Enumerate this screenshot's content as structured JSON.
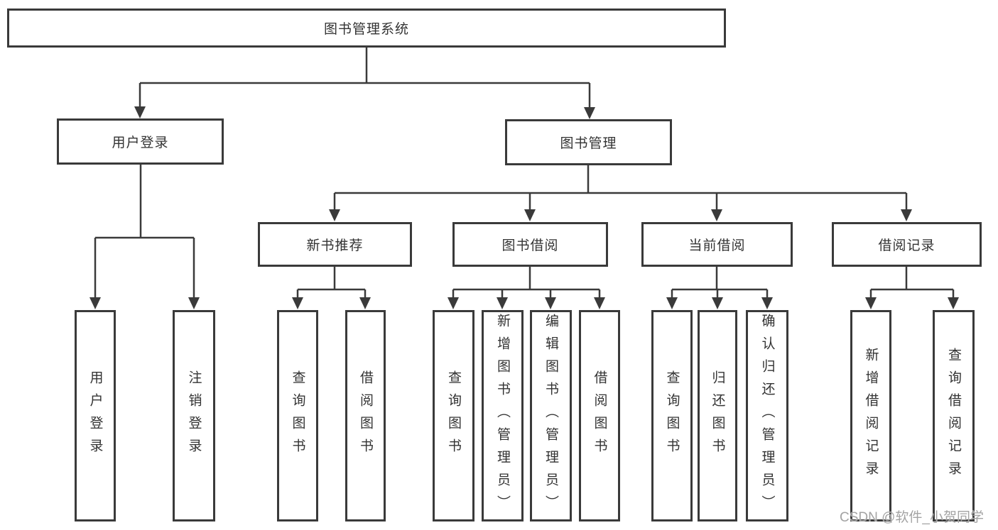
{
  "diagram_title": "图书管理系统",
  "watermark": "CSDN @软件_小贺同学",
  "colors": {
    "line": "#3a3a3a",
    "text": "#333333",
    "background": "#ffffff",
    "watermark": "#a3a3a3"
  },
  "nodes": {
    "root": "图书管理系统",
    "user_login": "用户登录",
    "book_mgmt": "图书管理",
    "new_book_rec": "新书推荐",
    "book_borrow": "图书借阅",
    "current_borrow": "当前借阅",
    "borrow_record": "借阅记录",
    "v_user_login": "用户登录",
    "v_logout": "注销登录",
    "v_query_book_1": "查询图书",
    "v_borrow_book_1": "借阅图书",
    "v_query_book_2": "查询图书",
    "v_add_book": "新增图书（管理员）",
    "v_edit_book": "编辑图书（管理员）",
    "v_borrow_book_2": "借阅图书",
    "v_query_book_3": "查询图书",
    "v_return_book": "归还图书",
    "v_confirm_return": "确认归还（管理员）",
    "v_add_record": "新增借阅记录",
    "v_query_record": "查询借阅记录"
  },
  "hierarchy": [
    {
      "parent": "图书管理系统",
      "children": [
        "用户登录",
        "图书管理"
      ]
    },
    {
      "parent": "用户登录",
      "children": [
        "用户登录",
        "注销登录"
      ]
    },
    {
      "parent": "图书管理",
      "children": [
        "新书推荐",
        "图书借阅",
        "当前借阅",
        "借阅记录"
      ]
    },
    {
      "parent": "新书推荐",
      "children": [
        "查询图书",
        "借阅图书"
      ]
    },
    {
      "parent": "图书借阅",
      "children": [
        "查询图书",
        "新增图书（管理员）",
        "编辑图书（管理员）",
        "借阅图书"
      ]
    },
    {
      "parent": "当前借阅",
      "children": [
        "查询图书",
        "归还图书",
        "确认归还（管理员）"
      ]
    },
    {
      "parent": "借阅记录",
      "children": [
        "新增借阅记录",
        "查询借阅记录"
      ]
    }
  ]
}
